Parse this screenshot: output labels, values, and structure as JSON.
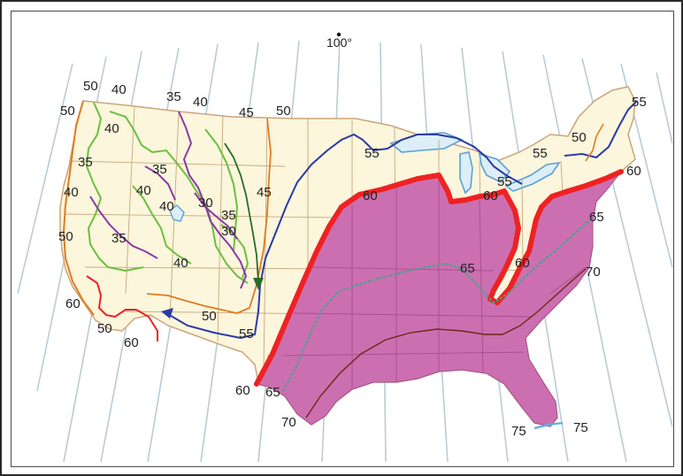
{
  "map": {
    "meridian_label": "100°",
    "colors": {
      "background": "#ffffff",
      "meridian": "#b8ccd9",
      "land": "#fbf6dc",
      "state_border": "#c9a87a",
      "shade": "#cc6fb0",
      "shade_border": "#a64f8e",
      "iso_red": "#ee2222",
      "iso_blue": "#2a3aa8",
      "iso_green": "#6cbf3e",
      "iso_purple": "#8b3aa8",
      "iso_orange": "#e07b22",
      "iso_teal": "#3aa88a",
      "iso_brown": "#6b2a1a",
      "iso_darkgreen": "#2a6b2a",
      "water": "#5a9fd6"
    },
    "labels": [
      {
        "text": "50"
      },
      {
        "text": "40"
      },
      {
        "text": "50"
      },
      {
        "text": "40"
      },
      {
        "text": "35"
      },
      {
        "text": "40"
      },
      {
        "text": "45"
      },
      {
        "text": "50"
      },
      {
        "text": "35"
      },
      {
        "text": "35"
      },
      {
        "text": "40"
      },
      {
        "text": "40"
      },
      {
        "text": "40"
      },
      {
        "text": "30"
      },
      {
        "text": "35"
      },
      {
        "text": "45"
      },
      {
        "text": "50"
      },
      {
        "text": "35"
      },
      {
        "text": "30"
      },
      {
        "text": "40"
      },
      {
        "text": "60"
      },
      {
        "text": "50"
      },
      {
        "text": "60"
      },
      {
        "text": "50"
      },
      {
        "text": "55"
      },
      {
        "text": "55"
      },
      {
        "text": "60"
      },
      {
        "text": "60"
      },
      {
        "text": "55"
      },
      {
        "text": "55"
      },
      {
        "text": "50"
      },
      {
        "text": "55"
      },
      {
        "text": "60"
      },
      {
        "text": "65"
      },
      {
        "text": "65"
      },
      {
        "text": "60"
      },
      {
        "text": "70"
      },
      {
        "text": "60"
      },
      {
        "text": "65"
      },
      {
        "text": "70"
      },
      {
        "text": "75"
      },
      {
        "text": "75"
      }
    ]
  }
}
